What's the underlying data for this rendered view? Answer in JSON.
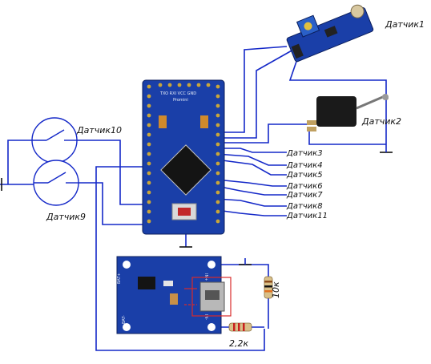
{
  "labels": {
    "sensor1": "Датчик1",
    "sensor2": "Датчик2",
    "sensor3": "Датчик3",
    "sensor4": "Датчик4",
    "sensor5": "Датчик5",
    "sensor6": "Датчик6",
    "sensor7": "Датчик7",
    "sensor8": "Датчик8",
    "sensor9": "Датчик9",
    "sensor10": "Датчик10",
    "sensor11": "Датчик11",
    "res_10k": "10к",
    "res_2k2": "2,2к"
  },
  "board": {
    "pins_top": "TXO  RXI  VCC GND",
    "brand": "Promini",
    "pin_bat_plus": "BAT+",
    "pin_bat_minus": "BAT-",
    "pin_in_plus": "IN+",
    "pin_in_minus": "IN-"
  },
  "colors": {
    "wire": "#1428c8",
    "pcb": "#1a3fa8",
    "pcb_dark": "#102a78",
    "ground": "#111111"
  }
}
